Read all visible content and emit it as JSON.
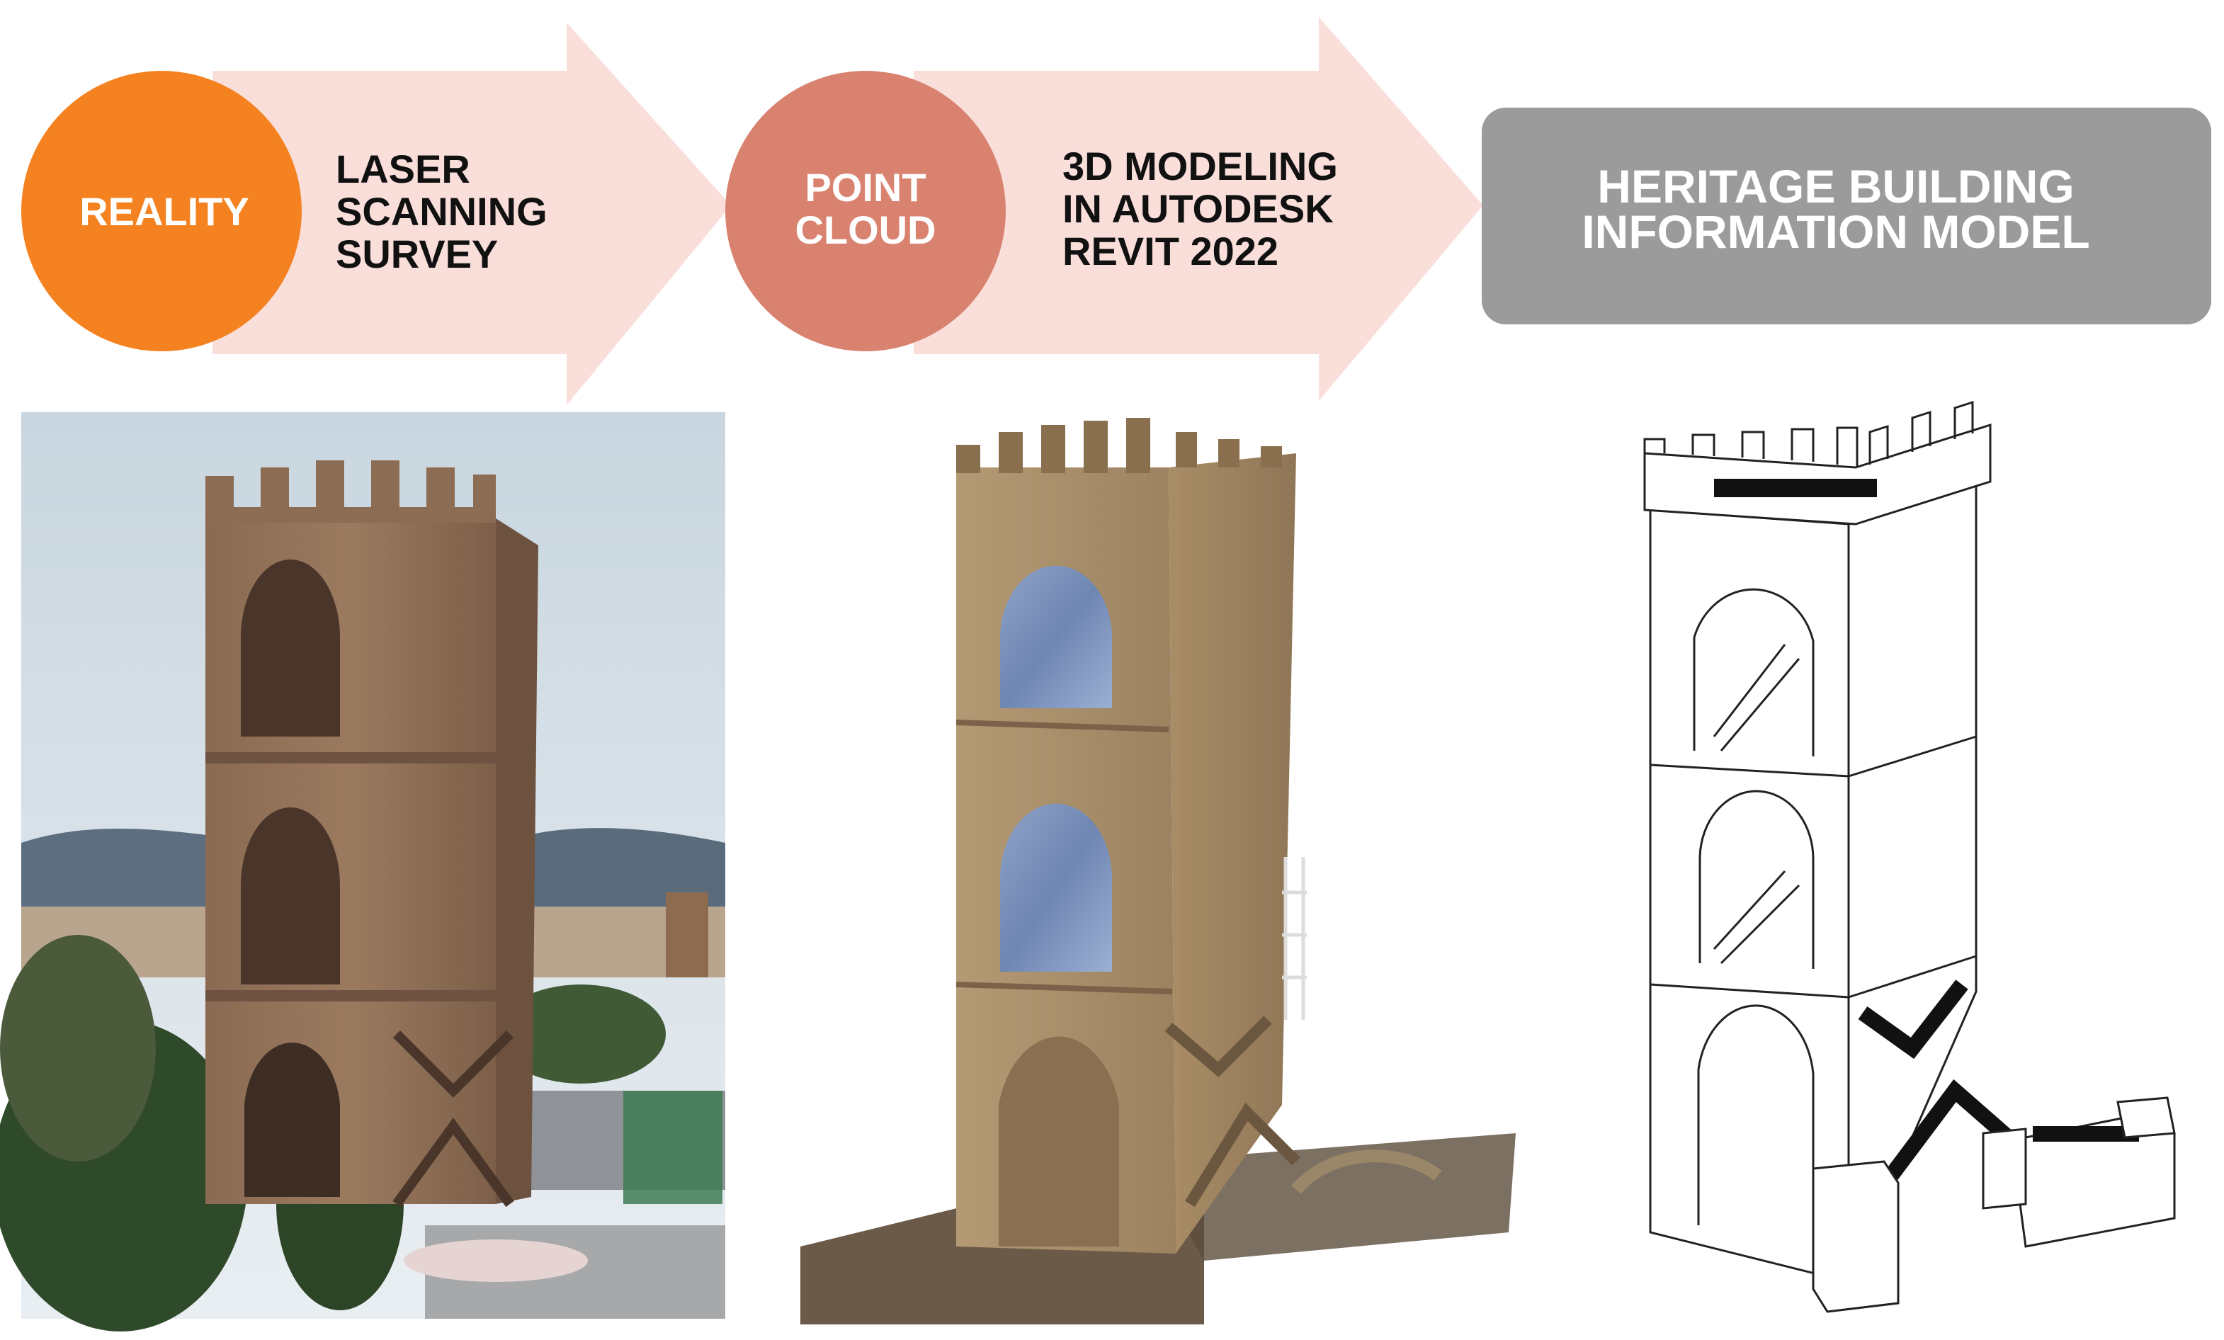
{
  "colors": {
    "reality_circle": "#F58220",
    "point_cloud_circle": "#D9826F",
    "arrow_fill": "#F9DEDA",
    "result_box": "#9B9B9B",
    "circle_text": "#FFFFFF",
    "arrow_text": "#111111",
    "result_text": "#FFFFFF",
    "line_drawing": "#222222"
  },
  "steps": {
    "reality": {
      "label": "REALITY"
    },
    "laser_scanning": {
      "lines": [
        "LASER",
        "SCANNING",
        "SURVEY"
      ]
    },
    "point_cloud": {
      "lines": [
        "POINT",
        "CLOUD"
      ]
    },
    "modeling": {
      "lines": [
        "3D MODELING",
        "IN AUTODESK",
        "REVIT 2022"
      ]
    },
    "result": {
      "lines": [
        "HERITAGE BUILDING",
        "INFORMATION MODEL"
      ]
    }
  },
  "images": {
    "photo": "tower-photo",
    "point_cloud": "tower-point-cloud",
    "hbim": "tower-hbim-line-drawing"
  }
}
